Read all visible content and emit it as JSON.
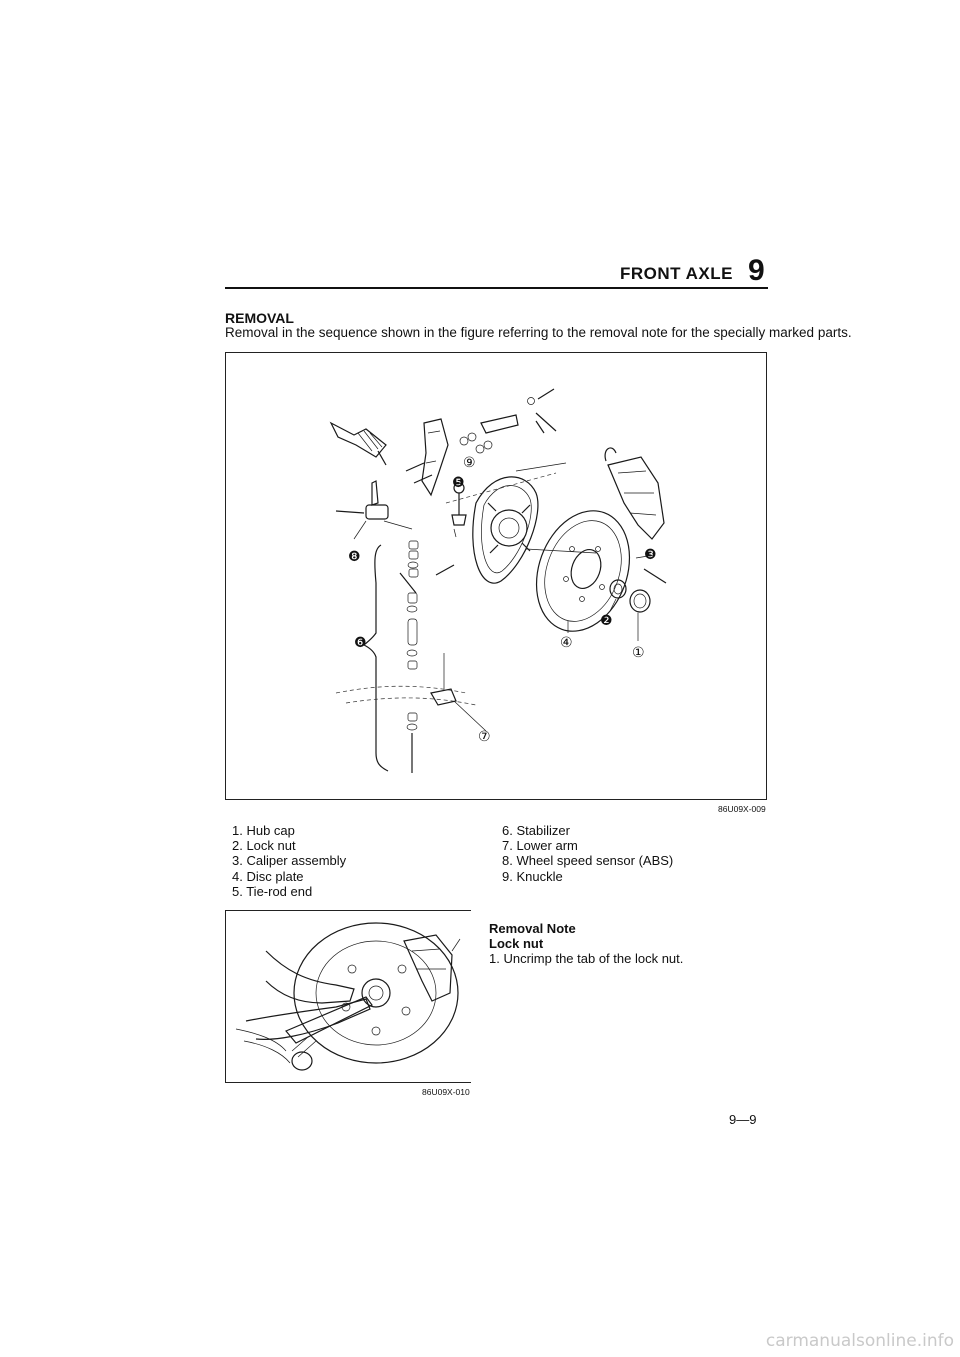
{
  "header": {
    "title": "FRONT AXLE",
    "chapter": "9"
  },
  "section": {
    "title": "REMOVAL",
    "intro": "Removal in the sequence shown in the figure referring to the removal note for the specially marked parts."
  },
  "figure1": {
    "code": "86U09X-009",
    "callouts": {
      "c1": "①",
      "c2": "❷",
      "c3": "❸",
      "c4": "④",
      "c5": "❺",
      "c6": "❻",
      "c7": "⑦",
      "c8": "❽",
      "c9": "⑨"
    }
  },
  "parts_left": [
    "1. Hub cap",
    "2. Lock nut",
    "3. Caliper assembly",
    "4. Disc plate",
    "5. Tie-rod end"
  ],
  "parts_right": [
    "6. Stabilizer",
    "7. Lower arm",
    "8. Wheel speed sensor (ABS)",
    "9. Knuckle"
  ],
  "figure2": {
    "code": "86U09X-010"
  },
  "removal_note": {
    "title": "Removal Note",
    "subtitle": "Lock nut",
    "step1": "1. Uncrimp the tab of the lock nut."
  },
  "page_number": "9—9",
  "watermark": "carmanualsonline.info"
}
